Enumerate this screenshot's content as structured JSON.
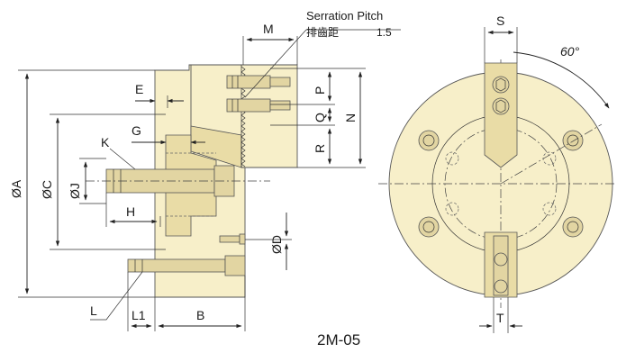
{
  "model": "2M-05",
  "annotation": {
    "title": "Serration Pitch",
    "subtitle_cn": "排齒距",
    "value": "1.5"
  },
  "angle_label": "60°",
  "dimensions": {
    "A": "ØA",
    "C": "ØC",
    "J": "ØJ",
    "D": "ØD",
    "E": "E",
    "G": "G",
    "K": "K",
    "H": "H",
    "L": "L",
    "L1": "L1",
    "B": "B",
    "M": "M",
    "P": "P",
    "Q": "Q",
    "R": "R",
    "N": "N",
    "S": "S",
    "T": "T"
  },
  "colors": {
    "body_fill": "#f7efc9",
    "line": "#222222"
  }
}
